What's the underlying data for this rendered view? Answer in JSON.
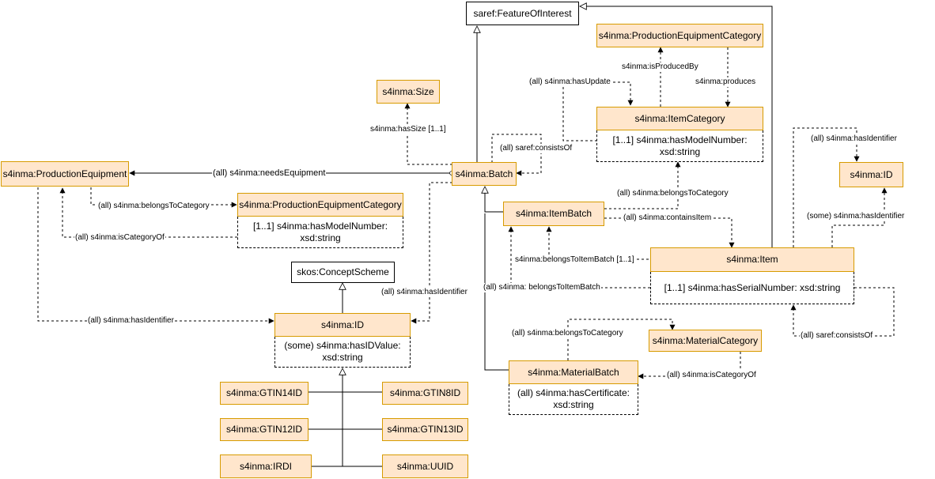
{
  "nodes": {
    "feature_of_interest": "saref:FeatureOfInterest",
    "prod_equip_category_top": "s4inma:ProductionEquipmentCategory",
    "size": "s4inma:Size",
    "item_category": "s4inma:ItemCategory",
    "item_category_attr": "[1..1] s4inma:hasModelNumber: xsd:string",
    "production_equipment": "s4inma:ProductionEquipment",
    "batch": "s4inma:Batch",
    "id_right": "s4inma:ID",
    "prod_equip_category_left": "s4inma:ProductionEquipmentCategory",
    "prod_equip_category_left_attr": "[1..1] s4inma:hasModelNumber: xsd:string",
    "item_batch": "s4inma:ItemBatch",
    "item": "s4inma:Item",
    "item_attr": "[1..1] s4inma:hasSerialNumber: xsd:string",
    "concept_scheme": "skos:ConceptScheme",
    "id_center": "s4inma:ID",
    "id_center_attr": "(some) s4inma:hasIDValue: xsd:string",
    "material_category": "s4inma:MaterialCategory",
    "material_batch": "s4inma:MaterialBatch",
    "material_batch_attr": "(all) s4inma:hasCertificate: xsd:string",
    "gtin14": "s4inma:GTIN14ID",
    "gtin8": "s4inma:GTIN8ID",
    "gtin12": "s4inma:GTIN12ID",
    "gtin13": "s4inma:GTIN13ID",
    "irdi": "s4inma:IRDI",
    "uuid": "s4inma:UUID"
  },
  "edges": {
    "is_produced_by": "s4inma:isProducedBy",
    "produces": "s4inma:produces",
    "has_update": "(all) s4inma:hasUpdate",
    "has_size": "s4inma:hasSize [1..1]",
    "consists_of_batch": "(all) saref:consistsOf",
    "needs_equipment": "(all) s4inma:needsEquipment",
    "has_identifier_item": "(all) s4inma:hasIdentifier",
    "belongs_to_category_pe": "(all) s4inma:belongsToCategory",
    "belongs_to_category_ib": "(all) s4inma:belongsToCategory",
    "is_category_of_pe": "(all) s4inma:isCategoryOf",
    "contains_item": "(all) s4inma:containsItem",
    "some_has_identifier": "(some) s4inma:hasIdentifier",
    "belongs_to_item_batch_1": "s4inma:belongsToItemBatch [1..1]",
    "belongs_to_item_batch_all": "(all) s4inma: belongsToItemBatch",
    "has_identifier_batch": "(all) s4inma:hasIdentifier",
    "has_identifier_pe": "(all) s4inma:hasIdentifier",
    "belongs_to_category_mb": "(all) s4inma:belongsToCategory",
    "consists_of_item": "(all) saref:consistsOf",
    "is_category_of_mc": "(all) s4inma:isCategoryOf"
  },
  "colors": {
    "class_fill": "#ffe6cc",
    "class_border": "#d79b00",
    "line": "#000000"
  }
}
